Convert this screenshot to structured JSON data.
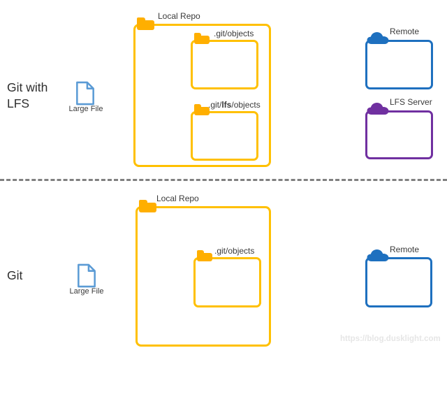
{
  "colors": {
    "folder-icon": "#FFAF00",
    "repo-stroke": "#FFC000",
    "remote-blue": "#1E70BF",
    "lfs-purple": "#7030A0",
    "file-blue": "#5B9BD5",
    "divider-gray": "#808080",
    "text-dark": "#2E2E2E",
    "label-gray": "#3A3A3A",
    "watermark-gray": "#E6E6E6"
  },
  "top": {
    "title_line1": "Git with",
    "title_line2": "LFS",
    "large_file": {
      "label": "Large File"
    },
    "local_repo": {
      "label": "Local Repo"
    },
    "git_objects": {
      "label": ".git/objects"
    },
    "git_lfs_objects": {
      "prefix": ".git/",
      "bold": "lfs",
      "suffix": "/objects"
    },
    "remote": {
      "label": "Remote"
    },
    "lfs_server": {
      "label": "LFS Server"
    }
  },
  "bottom": {
    "title": "Git",
    "large_file": {
      "label": "Large File"
    },
    "local_repo": {
      "label": "Local Repo"
    },
    "git_objects": {
      "label": ".git/objects"
    },
    "remote": {
      "label": "Remote"
    }
  },
  "watermark": "https://blog.dusklight.com"
}
